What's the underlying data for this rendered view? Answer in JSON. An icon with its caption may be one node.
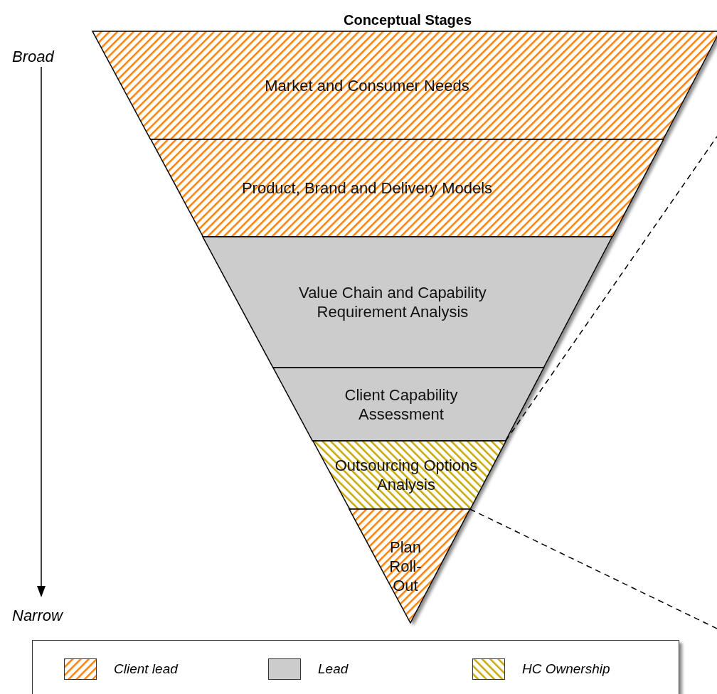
{
  "diagram": {
    "title": "Conceptual Stages",
    "nodes": [
      {
        "text": [
          "Market and Consumer Needs"
        ]
      },
      {
        "text": [
          "Product, Brand and Delivery Models"
        ]
      },
      {
        "text": [
          "Value Chain and Capability Requirement Analysis"
        ]
      },
      {
        "text": [
          "Client Capability Assessment"
        ]
      },
      {
        "text": [
          "Outsourcing Options Analysis"
        ]
      },
      {
        "text": [
          "Plan Roll-Out"
        ]
      }
    ],
    "edges": [
      {
        "from": 4,
        "to": null,
        "arrow": "none",
        "style": "dashed"
      },
      {
        "from": 4,
        "to": null,
        "arrow": "none",
        "style": "dashed"
      }
    ],
    "labels": [
      "Broad",
      "Narrow"
    ],
    "legend": [
      {
        "text": "Client lead",
        "color": "#ff7f00"
      },
      {
        "text": "Lead",
        "color": "#cccccc"
      },
      {
        "text": "HC Ownership",
        "color": "#c8a800"
      }
    ]
  }
}
